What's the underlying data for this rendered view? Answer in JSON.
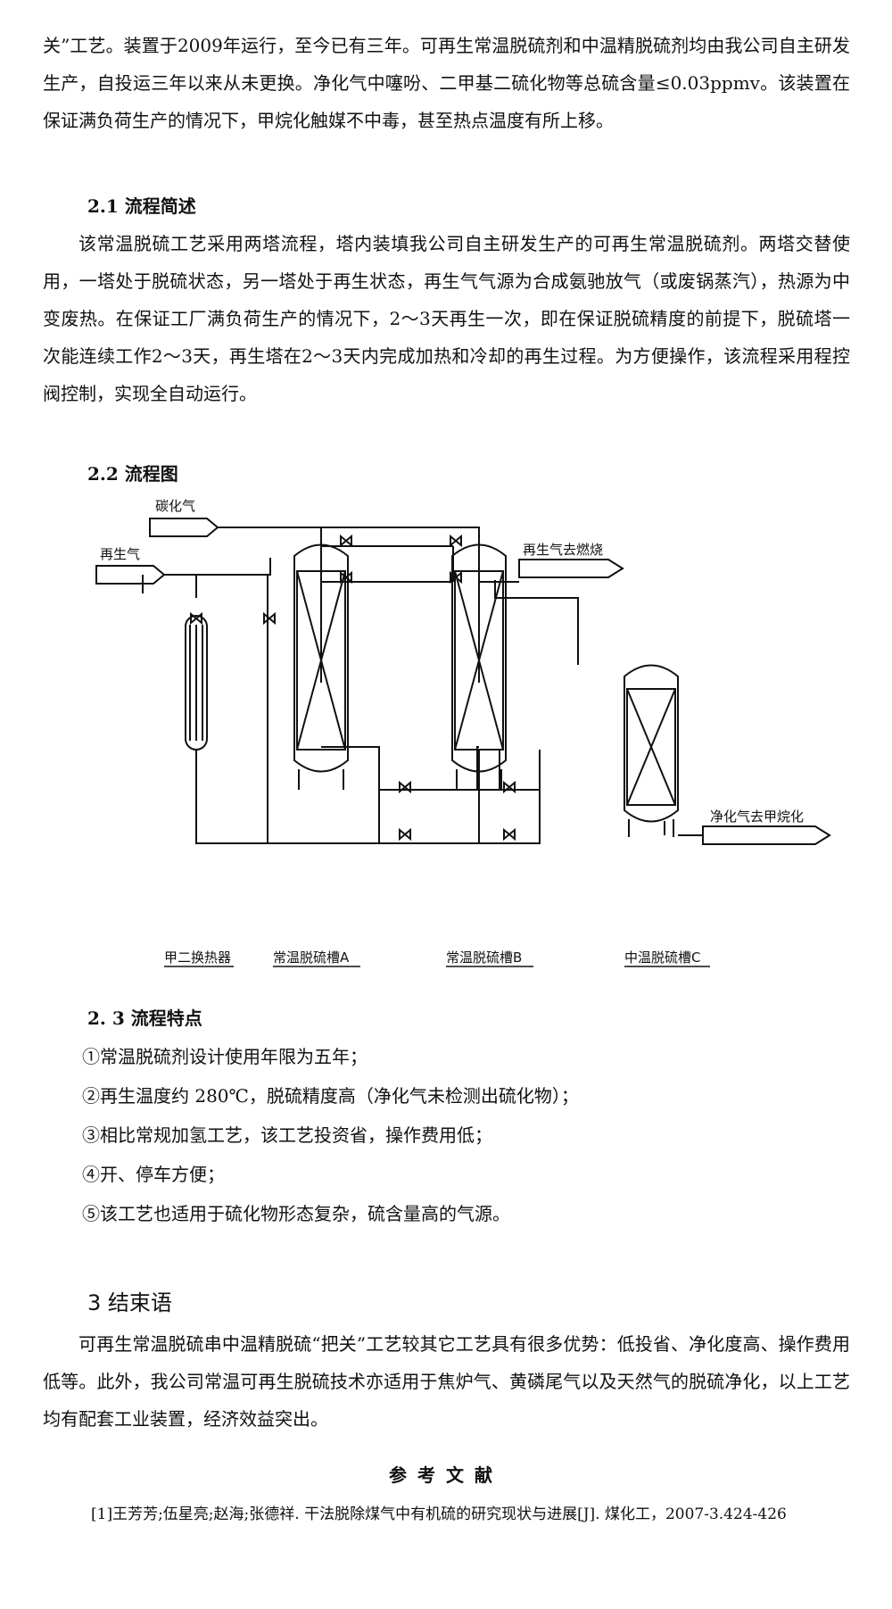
{
  "intro": {
    "text": "关”工艺。装置于2009年运行，至今已有三年。可再生常温脱硫剂和中温精脱硫剂均由我公司自主研发生产，自投运三年以来从未更换。净化气中噻吩、二甲基二硫化物等总硫含量≤0.03ppmv。该装置在保证满负荷生产的情况下，甲烷化触媒不中毒，甚至热点温度有所上移。"
  },
  "sec21": {
    "heading": "2.1 流程简述",
    "body": "该常温脱硫工艺采用两塔流程，塔内装填我公司自主研发生产的可再生常温脱硫剂。两塔交替使用，一塔处于脱硫状态，另一塔处于再生状态，再生气气源为合成氨驰放气（或废锅蒸汽），热源为中变废热。在保证工厂满负荷生产的情况下，2～3天再生一次，即在保证脱硫精度的前提下，脱硫塔一次能连续工作2～3天，再生塔在2～3天内完成加热和冷却的再生过程。为方便操作，该流程采用程控阀控制，实现全自动运行。"
  },
  "sec22": {
    "heading": "2.2 流程图",
    "diagram": {
      "labels": {
        "carbon_gas": "碳化气",
        "regen_gas": "再生气",
        "regen_out": "再生气去燃烧",
        "clean_out": "净化气去甲烷化",
        "heat_exchanger": "甲二换热器",
        "tower_a": "常温脱硫槽A",
        "tower_b": "常温脱硫槽B",
        "tower_c": "中温脱硫槽C"
      }
    }
  },
  "sec23": {
    "heading": "2. 3 流程特点",
    "items": [
      "①常温脱硫剂设计使用年限为五年；",
      "②再生温度约 280℃，脱硫精度高（净化气未检测出硫化物）；",
      "③相比常规加氢工艺，该工艺投资省，操作费用低；",
      "④开、停车方便；",
      "⑤该工艺也适用于硫化物形态复杂，硫含量高的气源。"
    ]
  },
  "sec3": {
    "heading": "3 结束语",
    "body": "可再生常温脱硫串中温精脱硫“把关”工艺较其它工艺具有很多优势：低投省、净化度高、操作费用低等。此外，我公司常温可再生脱硫技术亦适用于焦炉气、黄磷尾气以及天然气的脱硫净化，以上工艺均有配套工业装置，经济效益突出。"
  },
  "references": {
    "title": "参考文献",
    "items": [
      "[1]王芳芳;伍星亮;赵海;张德祥. 干法脱除煤气中有机硫的研究现状与进展[J]. 煤化工，2007-3.424-426"
    ]
  }
}
